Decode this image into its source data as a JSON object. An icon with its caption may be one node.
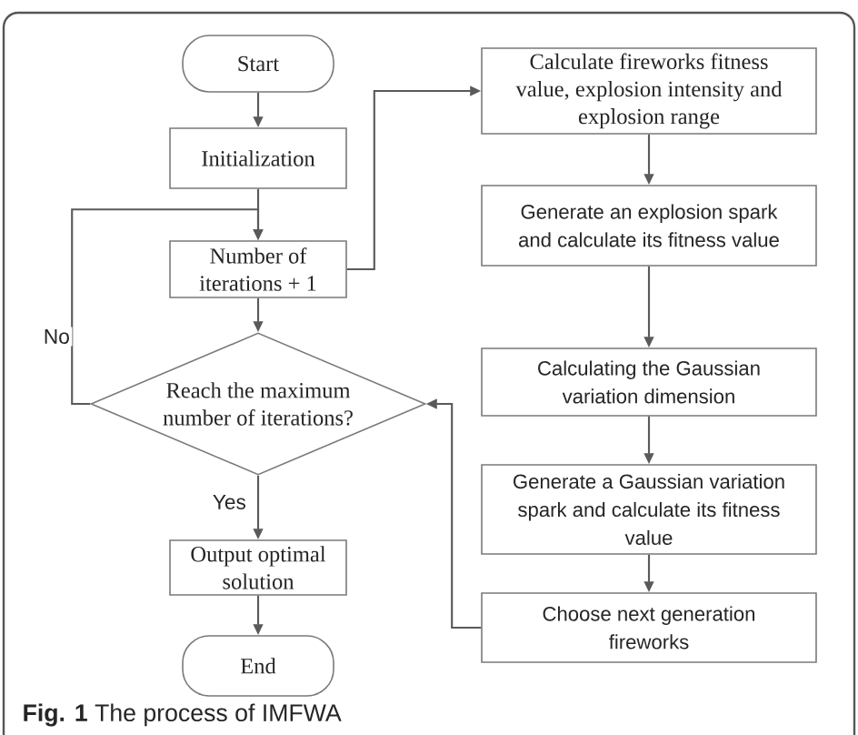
{
  "diagram": {
    "caption": "**Fig. 1** The process of IMFWA",
    "nodes": [
      {
        "text": [
          "Start"
        ]
      },
      {
        "text": [
          "Initialization"
        ]
      },
      {
        "text": [
          "Number of iterations + 1"
        ]
      },
      {
        "text": [
          "Reach the maximum number of iterations?"
        ]
      },
      {
        "text": [
          "Output optimal solution"
        ]
      },
      {
        "text": [
          "End"
        ]
      },
      {
        "text": [
          "Calculate fireworks fitness value, explosion intensity and explosion range"
        ]
      },
      {
        "text": [
          "Generate an explosion spark and calculate its fitness value"
        ]
      },
      {
        "text": [
          "Calculating the Gaussian variation dimension"
        ]
      },
      {
        "text": [
          "Generate a Gaussian variation spark and calculate its fitness value"
        ]
      },
      {
        "text": [
          "Choose next generation fireworks"
        ]
      }
    ],
    "edges": [
      {
        "from": 0,
        "to": 1,
        "arrow": "to"
      },
      {
        "from": 1,
        "to": 2,
        "arrow": "to"
      },
      {
        "from": 2,
        "to": 3,
        "arrow": "to"
      },
      {
        "from": 3,
        "to": 4,
        "arrow": "to",
        "label": "Yes"
      },
      {
        "from": 4,
        "to": 5,
        "arrow": "to"
      },
      {
        "from": 3,
        "to": 2,
        "arrow": "to",
        "label": "No"
      },
      {
        "from": 2,
        "to": 6,
        "arrow": "to"
      },
      {
        "from": 6,
        "to": 7,
        "arrow": "to"
      },
      {
        "from": 7,
        "to": 8,
        "arrow": "to"
      },
      {
        "from": 8,
        "to": 9,
        "arrow": "to"
      },
      {
        "from": 9,
        "to": 10,
        "arrow": "to"
      },
      {
        "from": 10,
        "to": 3,
        "arrow": "to"
      }
    ]
  }
}
